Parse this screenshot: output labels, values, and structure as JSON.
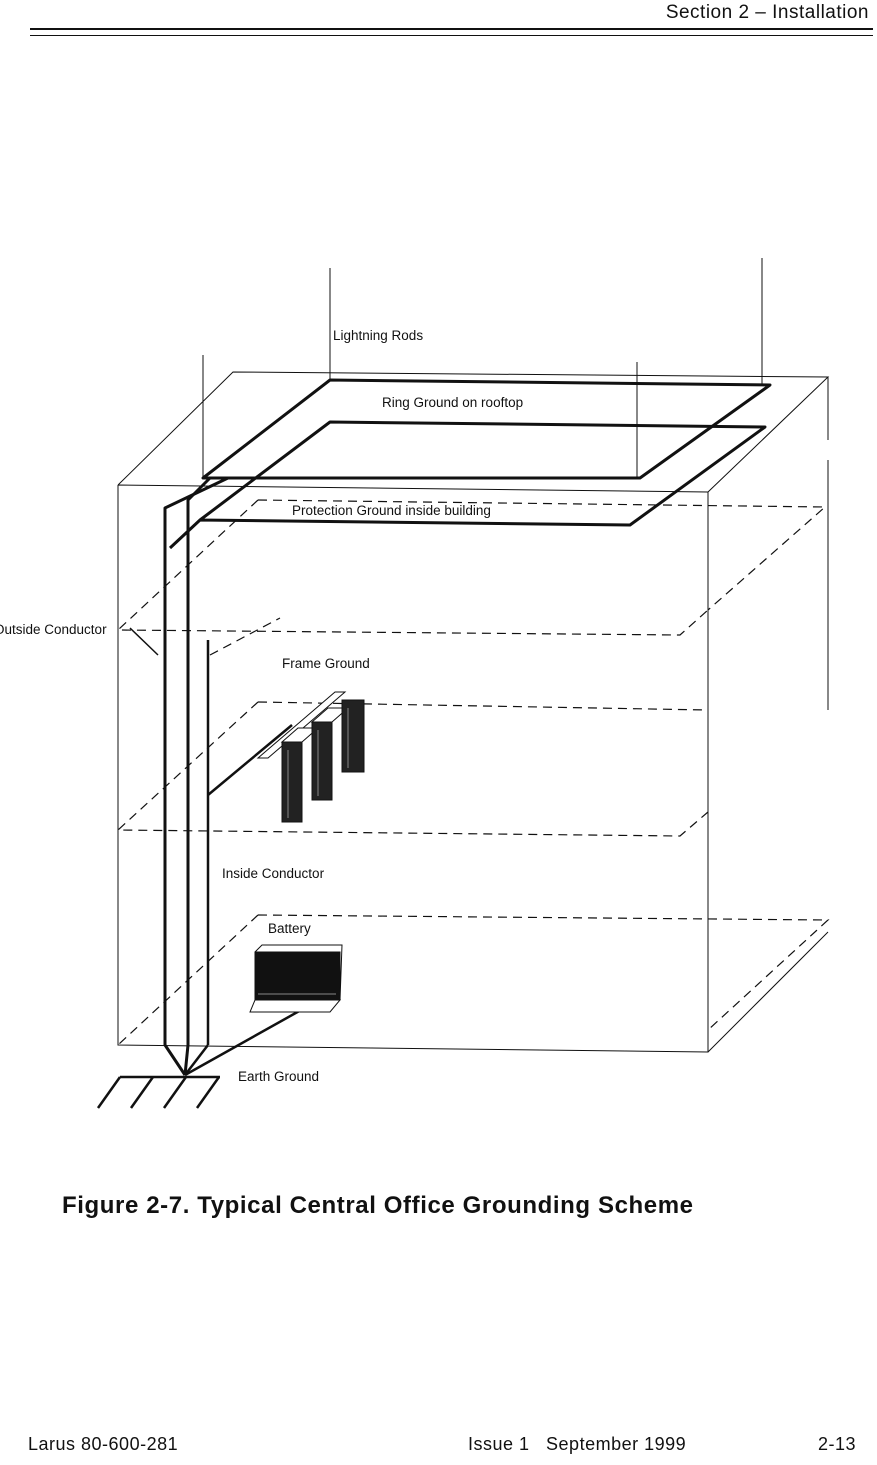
{
  "header": {
    "section_title": "Section 2 – Installation"
  },
  "diagram": {
    "labels": {
      "lightning_rods": "Lightning Rods",
      "ring_ground": "Ring Ground on rooftop",
      "protection_ground": "Protection Ground inside building",
      "outside_conductor": "Outside Conductor",
      "frame_ground": "Frame Ground",
      "inside_conductor": "Inside Conductor",
      "battery": "Battery",
      "earth_ground": "Earth Ground"
    }
  },
  "caption": {
    "text": "Figure 2-7.  Typical Central Office Grounding Scheme"
  },
  "footer": {
    "doc_number": "Larus 80-600-281",
    "issue": "Issue 1   September 1999",
    "page": "2-13"
  }
}
